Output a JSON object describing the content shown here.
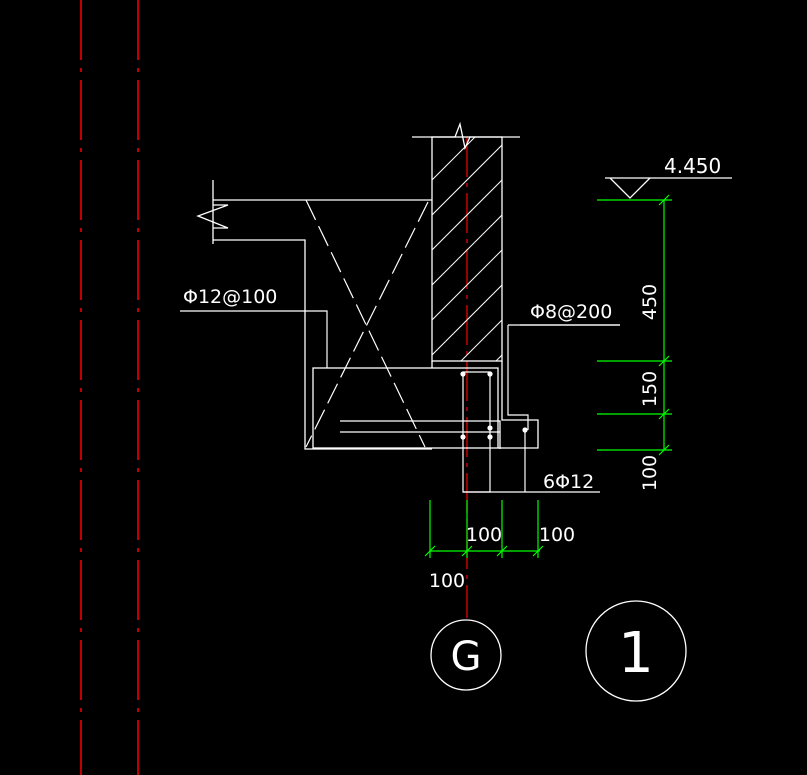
{
  "colors": {
    "background": "#000000",
    "geometry": "#ffffff",
    "dimension": "#00ff00",
    "axis": "#ff0000"
  },
  "annotations": {
    "elevation": "4.450",
    "rebar_slab": "Φ12@100",
    "rebar_stirrup": "Φ8@200",
    "rebar_main": "6Φ12"
  },
  "dimensions": {
    "vertical_upper": "450",
    "vertical_middle": "150",
    "vertical_lower": "100",
    "horizontal_a": "100",
    "horizontal_b": "100",
    "horizontal_c": "100"
  },
  "labels": {
    "axis_bubble": "G",
    "detail_number": "1"
  }
}
